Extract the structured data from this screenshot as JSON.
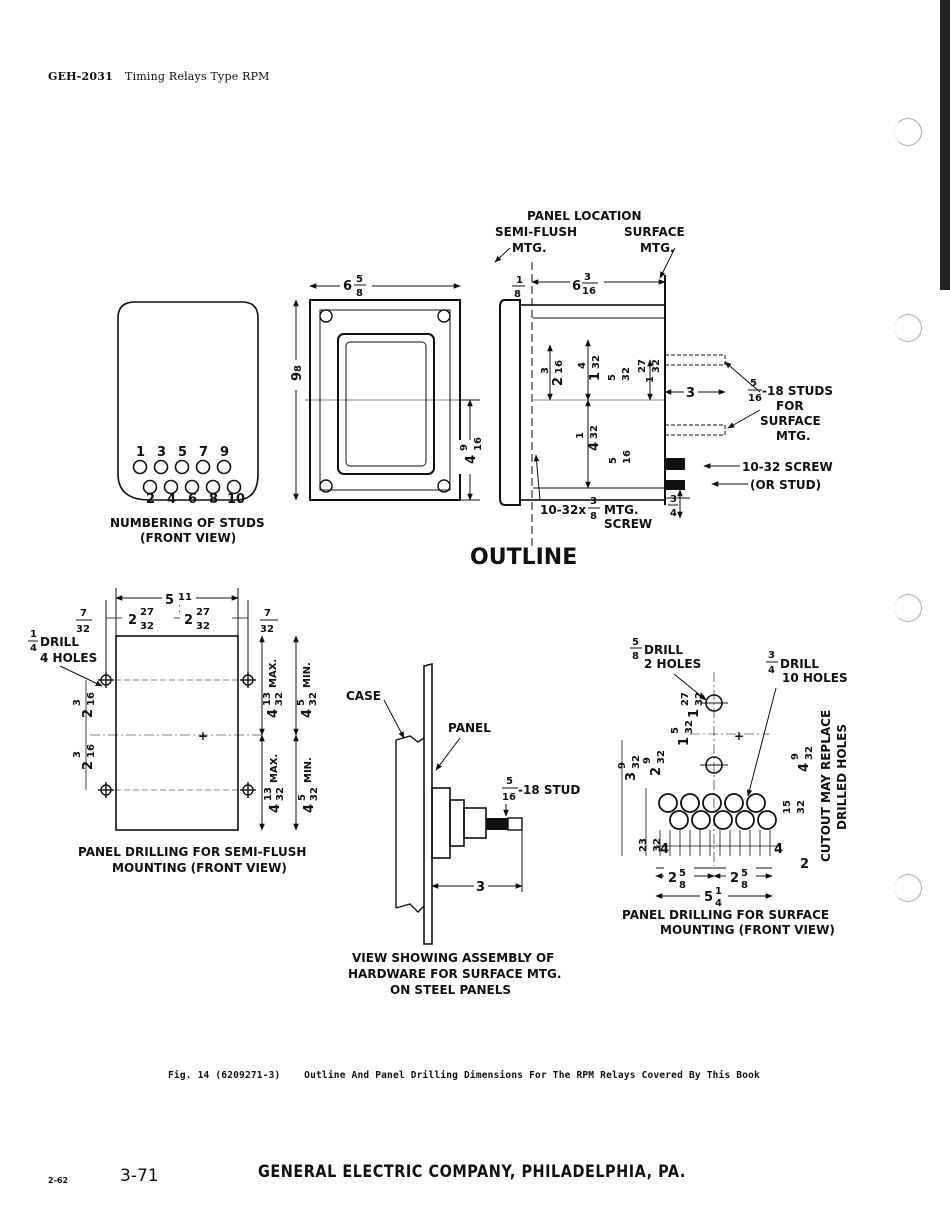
{
  "header": {
    "doc_number": "GEH-2031",
    "title": "Timing Relays Type RPM"
  },
  "outline": {
    "title": "OUTLINE",
    "front_view": {
      "label_line1": "NUMBERING OF STUDS",
      "label_line2": "(FRONT VIEW)",
      "odd_studs": [
        "1",
        "3",
        "5",
        "7",
        "9"
      ],
      "even_studs": [
        "2",
        "4",
        "6",
        "8",
        "10"
      ]
    },
    "width_dim": {
      "whole": "6",
      "num": "5",
      "den": "8"
    },
    "height_dim": {
      "whole": "9",
      "num": "",
      "den": "8"
    },
    "lower_dim": {
      "whole": "4",
      "num": "9",
      "den": "16"
    },
    "side_view": {
      "panel_location": "PANEL LOCATION",
      "semi_flush": "SEMI-FLUSH",
      "semi_flush_mtg": "MTG.",
      "surface": "SURFACE",
      "surface_mtg": "MTG.",
      "depth_dim": {
        "whole": "6",
        "num": "3",
        "den": "16"
      },
      "flange_dim": {
        "num": "1",
        "den": "8"
      },
      "d1": {
        "whole": "2",
        "num": "3",
        "den": "16"
      },
      "d2": {
        "whole": "1",
        "num": "4",
        "den": "32"
      },
      "d3": {
        "whole": "1",
        "num": "27",
        "den": "32"
      },
      "d4": {
        "whole": "4",
        "num": "1",
        "den": "32"
      },
      "d5": {
        "num": "5",
        "den": "16"
      },
      "d6": {
        "num": "5",
        "den": "32"
      },
      "d7": "3",
      "d8": {
        "num": "3",
        "den": "4"
      },
      "stud_note": {
        "num": "5",
        "den": "16",
        "l1": "-18 STUDS",
        "l2": "FOR",
        "l3": "SURFACE",
        "l4": "MTG."
      },
      "screw_note": {
        "l1": "10-32 SCREW",
        "l2": "(OR STUD)"
      },
      "mtg_screw": {
        "prefix": "10-32x",
        "num": "3",
        "den": "8",
        "l1": "MTG.",
        "l2": "SCREW"
      }
    }
  },
  "semi_flush": {
    "label_line1": "PANEL DRILLING FOR SEMI-FLUSH",
    "label_line2": "MOUNTING (FRONT VIEW)",
    "drill_note": {
      "num": "1",
      "den": "4",
      "l1": "DRILL",
      "l2": "4 HOLES"
    },
    "top_width": {
      "whole": "5",
      "num": "11",
      "den": "16"
    },
    "left_edge": {
      "num": "7",
      "den": "32"
    },
    "right_edge": {
      "num": "7",
      "den": "32"
    },
    "span_left": {
      "whole": "2",
      "num": "27",
      "den": "32"
    },
    "span_right": {
      "whole": "2",
      "num": "27",
      "den": "32"
    },
    "v_upper": {
      "whole": "2",
      "num": "3",
      "den": "16"
    },
    "v_lower": {
      "whole": "2",
      "num": "3",
      "den": "16"
    },
    "max_upper": {
      "whole": "4",
      "num": "13",
      "den": "32",
      "tag": "MAX."
    },
    "max_lower": {
      "whole": "4",
      "num": "13",
      "den": "32",
      "tag": "MAX."
    },
    "min_upper": {
      "whole": "4",
      "num": "5",
      "den": "32",
      "tag": "MIN."
    },
    "min_lower": {
      "whole": "4",
      "num": "5",
      "den": "32",
      "tag": "MIN."
    }
  },
  "assembly": {
    "case": "CASE",
    "panel": "PANEL",
    "stud": {
      "num": "5",
      "den": "16",
      "label": "-18 STUD"
    },
    "dim": "3",
    "label_line1": "VIEW SHOWING ASSEMBLY OF",
    "label_line2": "HARDWARE FOR SURFACE MTG.",
    "label_line3": "ON STEEL PANELS"
  },
  "surface": {
    "label_line1": "PANEL DRILLING FOR SURFACE",
    "label_line2": "MOUNTING (FRONT VIEW)",
    "drill_5_8": {
      "num": "5",
      "den": "8",
      "l1": "DRILL",
      "l2": "2 HOLES"
    },
    "drill_3_4": {
      "num": "3",
      "den": "4",
      "l1": "DRILL",
      "l2": "10 HOLES"
    },
    "cutout_line1": "CUTOUT MAY REPLACE",
    "cutout_line2": "DRILLED HOLES",
    "v_left": {
      "whole": "3",
      "num": "9",
      "den": "32"
    },
    "v_left2": {
      "whole": "2",
      "num": "9",
      "den": "32"
    },
    "v_upper": {
      "whole": "1",
      "num": "27",
      "den": "32"
    },
    "v_mid": {
      "whole": "1",
      "num": "5",
      "den": "32"
    },
    "v_right": {
      "whole": "4",
      "num": "9",
      "den": "32"
    },
    "v_small": {
      "num": "15",
      "den": "32"
    },
    "v_bottom": {
      "num": "23",
      "den": "32"
    },
    "h_left": {
      "whole": "2",
      "num": "5",
      "den": "8"
    },
    "h_right": {
      "whole": "2",
      "num": "5",
      "den": "8"
    },
    "h_total": {
      "whole": "5",
      "num": "1",
      "den": "4"
    },
    "h_four_a": "4",
    "h_four_b": "4",
    "h_two": "2"
  },
  "caption": {
    "fig": "Fig. 14 (6209271-3)",
    "text": "Outline And Panel Drilling Dimensions For The RPM Relays Covered By This Book"
  },
  "footer": {
    "code": "2-62",
    "page": "3-71",
    "company": "GENERAL ELECTRIC COMPANY, PHILADELPHIA, PA."
  }
}
